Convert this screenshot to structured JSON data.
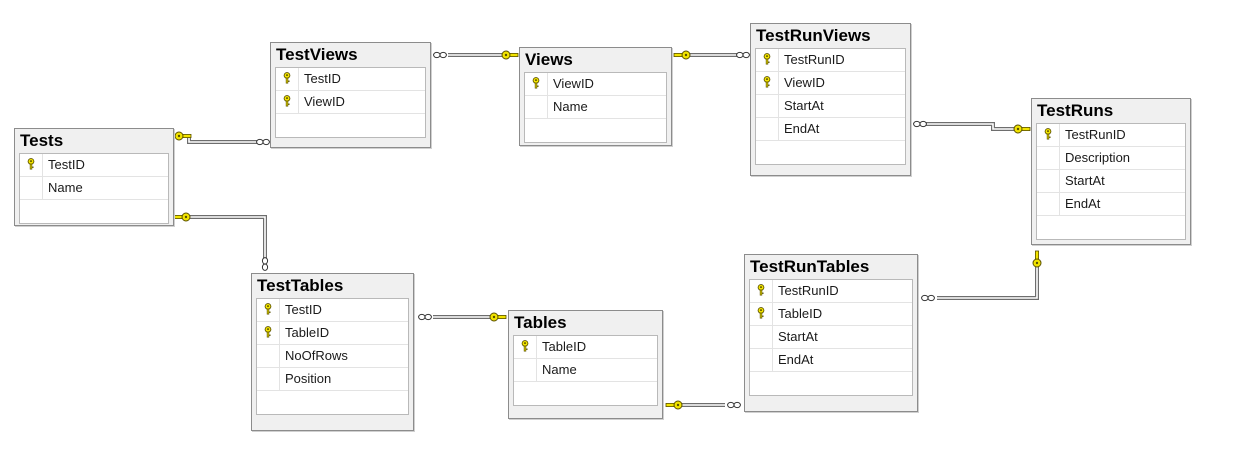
{
  "diagram": {
    "tables": [
      {
        "id": "Tests",
        "title": "Tests",
        "columns": [
          {
            "name": "TestID",
            "pk": true
          },
          {
            "name": "Name",
            "pk": false
          }
        ]
      },
      {
        "id": "TestViews",
        "title": "TestViews",
        "columns": [
          {
            "name": "TestID",
            "pk": true
          },
          {
            "name": "ViewID",
            "pk": true
          }
        ]
      },
      {
        "id": "Views",
        "title": "Views",
        "columns": [
          {
            "name": "ViewID",
            "pk": true
          },
          {
            "name": "Name",
            "pk": false
          }
        ]
      },
      {
        "id": "TestRunViews",
        "title": "TestRunViews",
        "columns": [
          {
            "name": "TestRunID",
            "pk": true
          },
          {
            "name": "ViewID",
            "pk": true
          },
          {
            "name": "StartAt",
            "pk": false
          },
          {
            "name": "EndAt",
            "pk": false
          }
        ]
      },
      {
        "id": "TestRuns",
        "title": "TestRuns",
        "columns": [
          {
            "name": "TestRunID",
            "pk": true
          },
          {
            "name": "Description",
            "pk": false
          },
          {
            "name": "StartAt",
            "pk": false
          },
          {
            "name": "EndAt",
            "pk": false
          }
        ]
      },
      {
        "id": "TestTables",
        "title": "TestTables",
        "columns": [
          {
            "name": "TestID",
            "pk": true
          },
          {
            "name": "TableID",
            "pk": true
          },
          {
            "name": "NoOfRows",
            "pk": false
          },
          {
            "name": "Position",
            "pk": false
          }
        ]
      },
      {
        "id": "Tables",
        "title": "Tables",
        "columns": [
          {
            "name": "TableID",
            "pk": true
          },
          {
            "name": "Name",
            "pk": false
          }
        ]
      },
      {
        "id": "TestRunTables",
        "title": "TestRunTables",
        "columns": [
          {
            "name": "TestRunID",
            "pk": true
          },
          {
            "name": "TableID",
            "pk": true
          },
          {
            "name": "StartAt",
            "pk": false
          },
          {
            "name": "EndAt",
            "pk": false
          }
        ]
      }
    ],
    "relationships": [
      {
        "one": "Tests",
        "many": "TestViews"
      },
      {
        "one": "Views",
        "many": "TestViews"
      },
      {
        "one": "Views",
        "many": "TestRunViews"
      },
      {
        "one": "TestRuns",
        "many": "TestRunViews"
      },
      {
        "one": "Tests",
        "many": "TestTables"
      },
      {
        "one": "Tables",
        "many": "TestTables"
      },
      {
        "one": "Tables",
        "many": "TestRunTables"
      },
      {
        "one": "TestRuns",
        "many": "TestRunTables"
      }
    ],
    "colors": {
      "key_fill": "#f2e400",
      "key_stroke": "#5a5000",
      "line": "#6e6e6e"
    },
    "icons": {
      "primary_key": "key-icon",
      "one_end": "key-icon",
      "many_end": "infinity-icon"
    }
  }
}
